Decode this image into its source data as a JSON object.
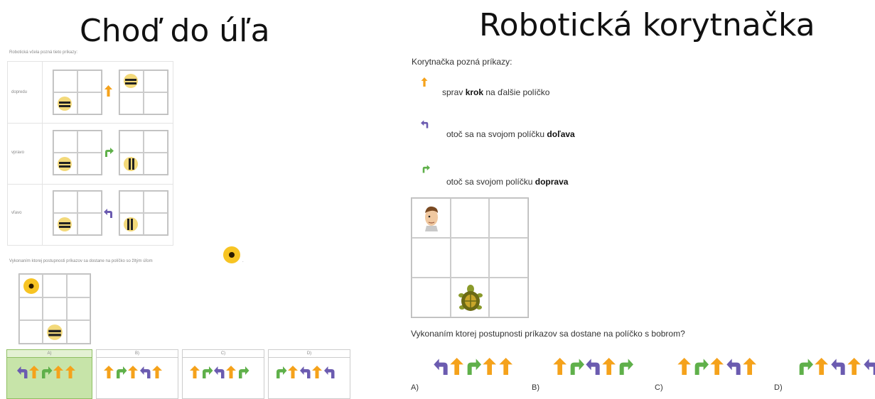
{
  "left": {
    "title": "Choď do úľa",
    "intro": "Robotická včela pozná tieto príkazy:",
    "commands": [
      {
        "label": "dopredu",
        "arrow": "up"
      },
      {
        "label": "vpravo",
        "arrow": "right"
      },
      {
        "label": "vľavo",
        "arrow": "left"
      }
    ],
    "question": "Vykonaním ktorej postupnosti príkazov sa dostane na políčko so žltým úľom",
    "options": [
      {
        "label": "A)",
        "selected": true,
        "seq": [
          "left",
          "up",
          "right",
          "up",
          "up"
        ]
      },
      {
        "label": "B)",
        "selected": false,
        "seq": [
          "up",
          "right",
          "up",
          "left",
          "up"
        ]
      },
      {
        "label": "C)",
        "selected": false,
        "seq": [
          "up",
          "right",
          "left",
          "up",
          "right"
        ]
      },
      {
        "label": "D)",
        "selected": false,
        "seq": [
          "right",
          "up",
          "left",
          "up",
          "left"
        ]
      }
    ]
  },
  "right": {
    "title": "Robotická korytnačka",
    "intro": "Korytnačka pozná príkazy:",
    "commands": [
      {
        "pre": "sprav ",
        "bold": "krok",
        "post": " na ďalšie políčko",
        "arrow": "up"
      },
      {
        "pre": "otoč sa na svojom políčku ",
        "bold": "doľava",
        "post": "",
        "arrow": "left"
      },
      {
        "pre": "otoč sa svojom políčku ",
        "bold": "doprava",
        "post": "",
        "arrow": "right"
      }
    ],
    "question": "Vykonaním ktorej postupnosti príkazov sa dostane na políčko s bobrom?",
    "options": [
      {
        "label": "A)",
        "seq": [
          "left",
          "up",
          "right",
          "up",
          "up"
        ]
      },
      {
        "label": "B)",
        "seq": [
          "up",
          "right",
          "left",
          "up",
          "right"
        ]
      },
      {
        "label": "C)",
        "seq": [
          "up",
          "right",
          "up",
          "left",
          "up"
        ]
      },
      {
        "label": "D)",
        "seq": [
          "right",
          "up",
          "left",
          "up",
          "left"
        ]
      }
    ]
  },
  "colors": {
    "up": "#f5a21b",
    "left": "#6b5bb0",
    "right": "#5fb04a",
    "selected": "#c7e4a9"
  }
}
